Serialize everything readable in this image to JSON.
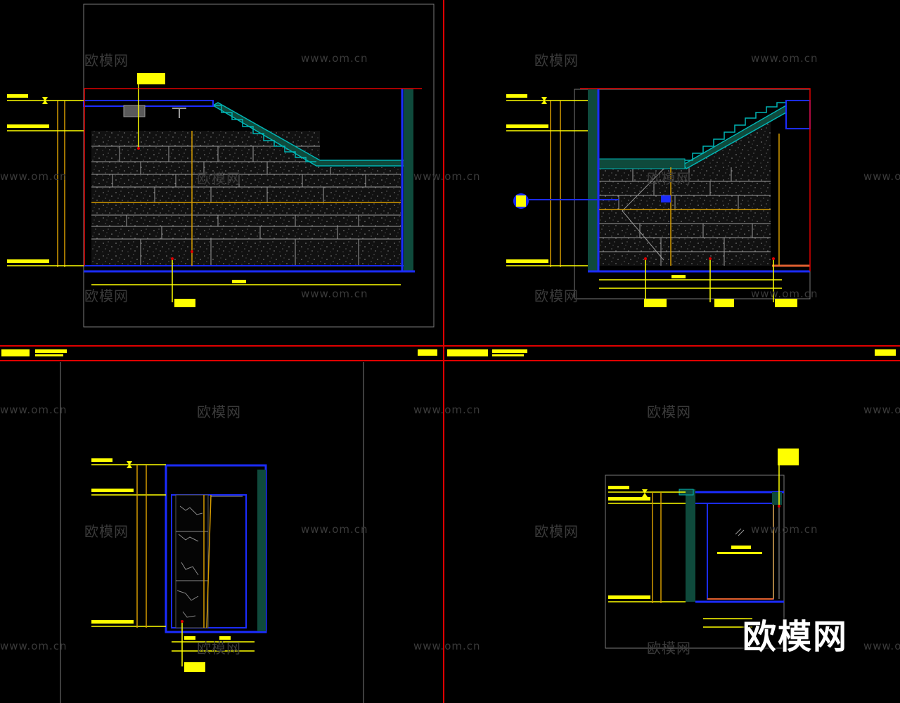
{
  "watermark": {
    "cn_text": "欧模网",
    "url_text": "www.om.cn",
    "brand_text": "欧模网"
  },
  "drawing": {
    "colors": {
      "background": "#000000",
      "frame_red": "#e00000",
      "wall_blue": "#1b2cff",
      "dim_yellow": "#ffff00",
      "dim_orange": "#d49a00",
      "stone_grey": "#9a9a9a",
      "concrete_teal": "#0f4a3c",
      "cyan": "#00b4b4",
      "viewport_grey": "#7a7a7a",
      "watermark_grey": "#3a3a3a"
    },
    "layout": "2x2 grid of elevation drawings separated by red frame lines"
  }
}
